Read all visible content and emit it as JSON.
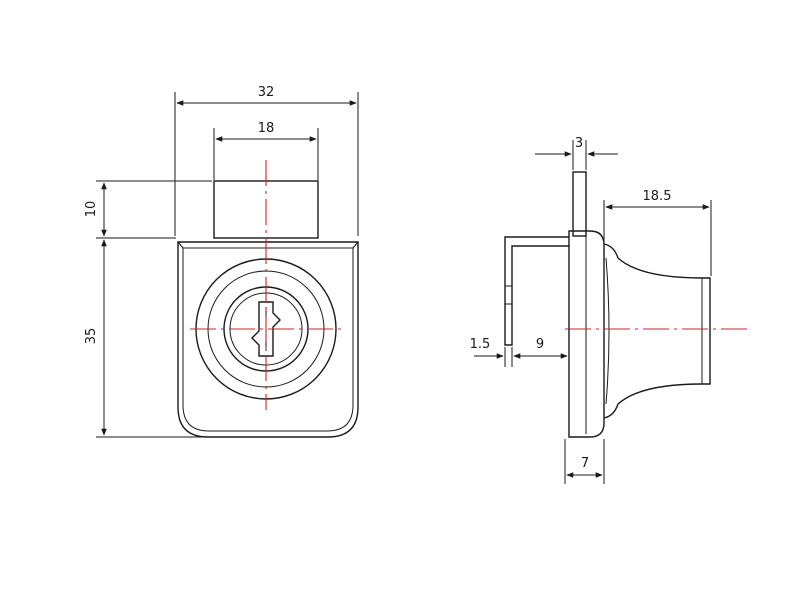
{
  "front_view": {
    "dim_width": "32",
    "dim_bolt_width": "18",
    "dim_bolt_height": "10",
    "dim_body_height": "35"
  },
  "side_view": {
    "dim_bolt_thickness": "3",
    "dim_knob_length": "18.5",
    "dim_plate_gap": "1.5",
    "dim_plate_depth": "9",
    "dim_body_depth": "7"
  },
  "colors": {
    "line": "#1a1a1a",
    "centerline": "#d42020"
  }
}
